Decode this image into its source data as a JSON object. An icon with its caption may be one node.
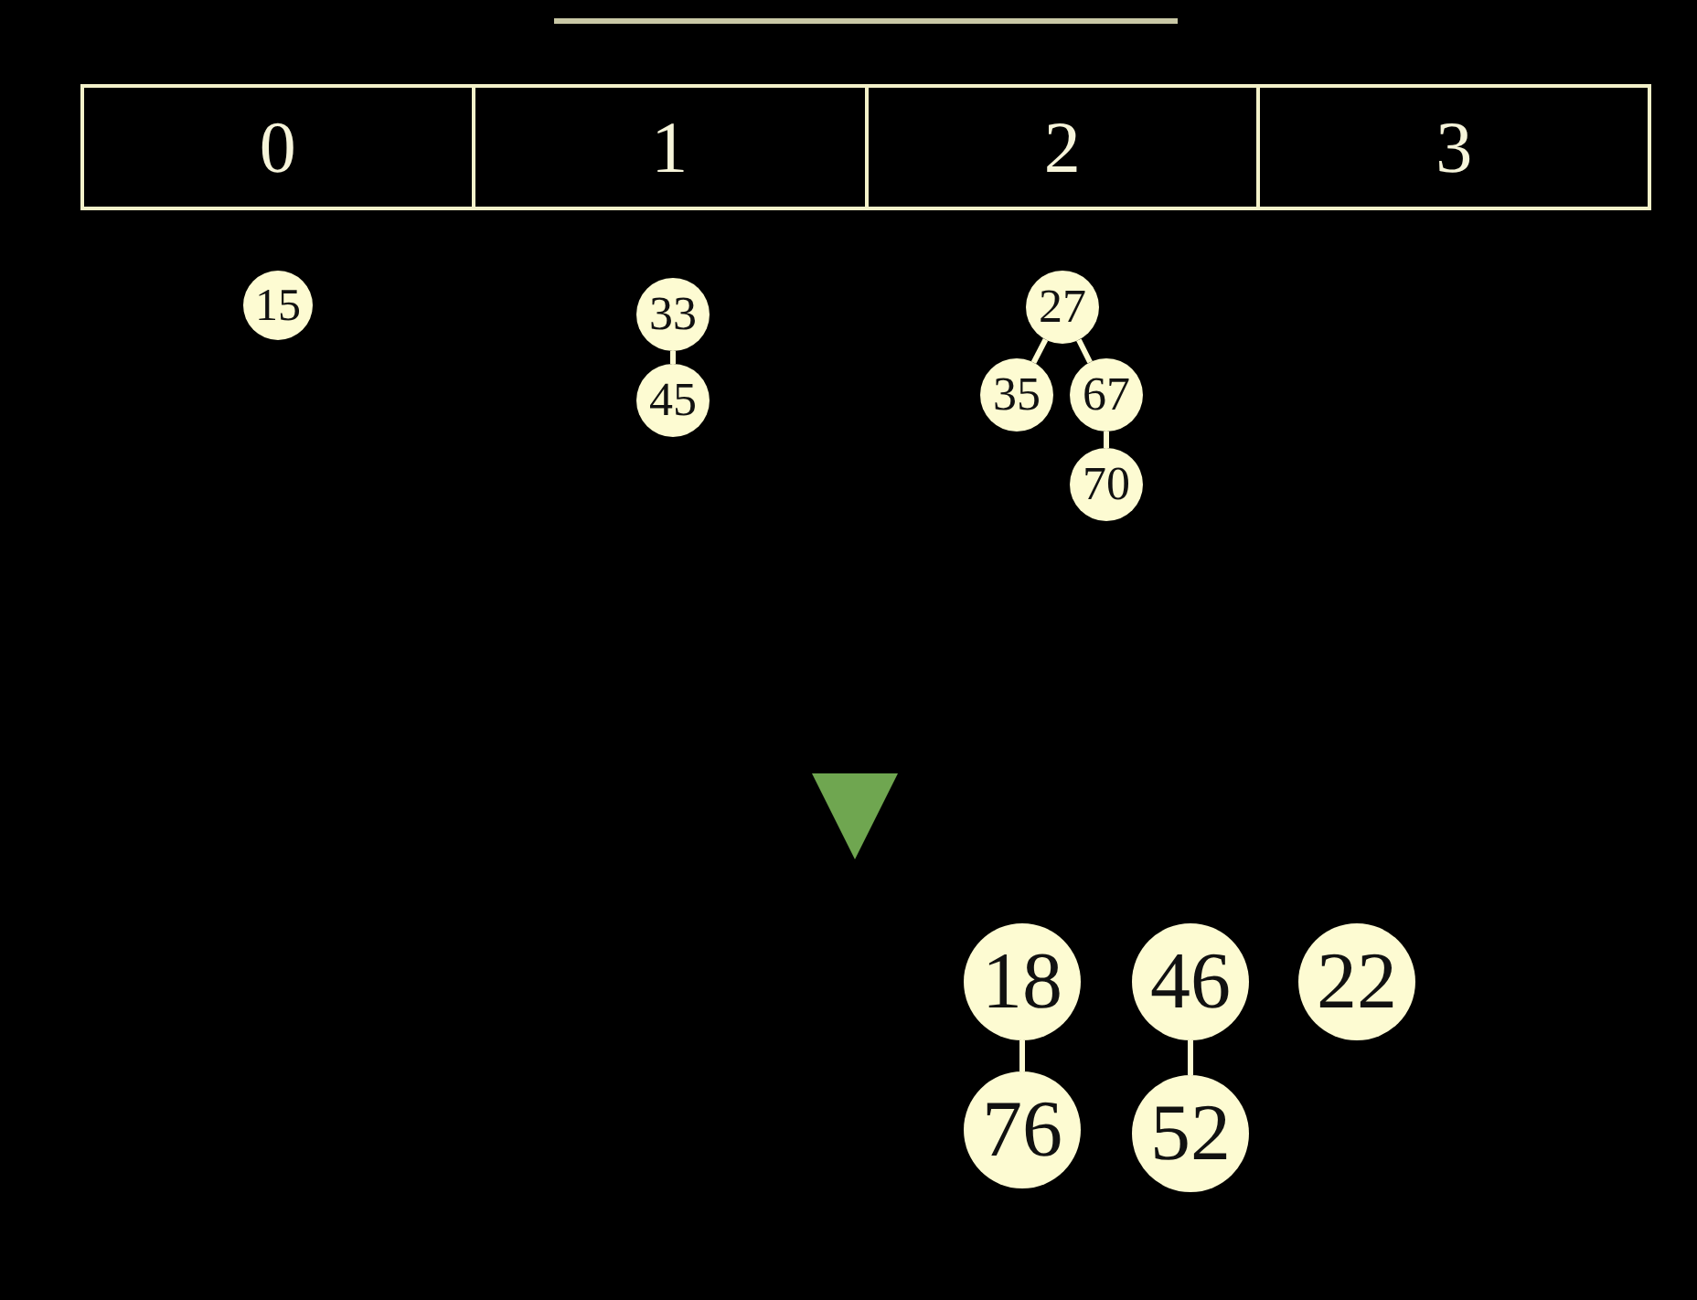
{
  "diagram": {
    "nodes": [
      {
        "text": [
          "0"
        ]
      },
      {
        "text": [
          "1"
        ]
      },
      {
        "text": [
          "2"
        ]
      },
      {
        "text": [
          "3"
        ]
      },
      {
        "text": [
          "15"
        ]
      },
      {
        "text": [
          "33"
        ]
      },
      {
        "text": [
          "45"
        ]
      },
      {
        "text": [
          "27"
        ]
      },
      {
        "text": [
          "35"
        ]
      },
      {
        "text": [
          "67"
        ]
      },
      {
        "text": [
          "70"
        ]
      },
      {
        "text": [
          "18"
        ]
      },
      {
        "text": [
          "76"
        ]
      },
      {
        "text": [
          "46"
        ]
      },
      {
        "text": [
          "52"
        ]
      },
      {
        "text": [
          "22"
        ]
      }
    ],
    "edges": [
      {
        "from": 5,
        "to": 6,
        "arrow": "none"
      },
      {
        "from": 7,
        "to": 8,
        "arrow": "none"
      },
      {
        "from": 7,
        "to": 9,
        "arrow": "none"
      },
      {
        "from": 9,
        "to": 10,
        "arrow": "none"
      },
      {
        "from": 11,
        "to": 12,
        "arrow": "none"
      },
      {
        "from": 13,
        "to": 14,
        "arrow": "none"
      }
    ]
  }
}
